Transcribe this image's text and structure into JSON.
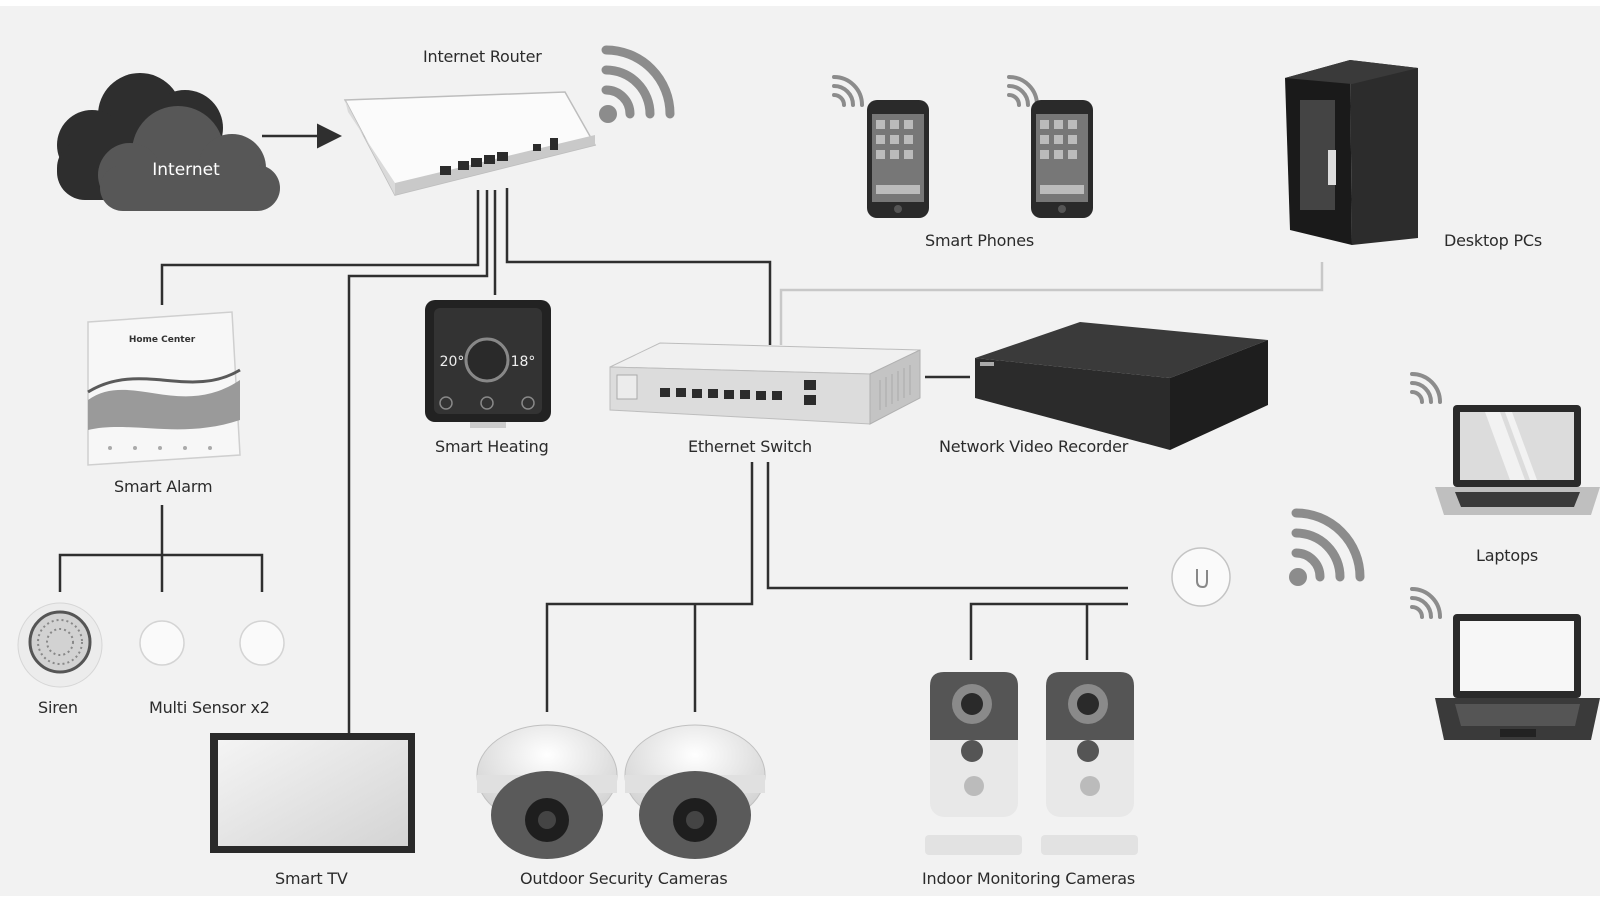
{
  "nodes": {
    "internet": "Internet",
    "router": "Internet Router",
    "smart_phones": "Smart Phones",
    "desktop_pcs": "Desktop PCs",
    "smart_alarm": "Smart Alarm",
    "alarm_device_text": "Home Center",
    "smart_heating": "Smart Heating",
    "heating_target": "20°",
    "heating_actual": "18°",
    "ethernet_switch": "Ethernet Switch",
    "nvr": "Network Video Recorder",
    "laptops": "Laptops",
    "siren": "Siren",
    "multi_sensor": "Multi Sensor x2",
    "smart_tv": "Smart TV",
    "outdoor_cameras": "Outdoor Security Cameras",
    "indoor_cameras": "Indoor Monitoring Cameras"
  },
  "icons": {
    "wifi": "wifi-icon",
    "cloud": "cloud-icon"
  },
  "colors": {
    "background": "#f2f2f2",
    "line": "#2f2f2f",
    "line_light": "#c8c8c8",
    "device_dark": "#2a2a2a",
    "device_light": "#e6e6e6",
    "wifi": "#8c8c8c"
  }
}
